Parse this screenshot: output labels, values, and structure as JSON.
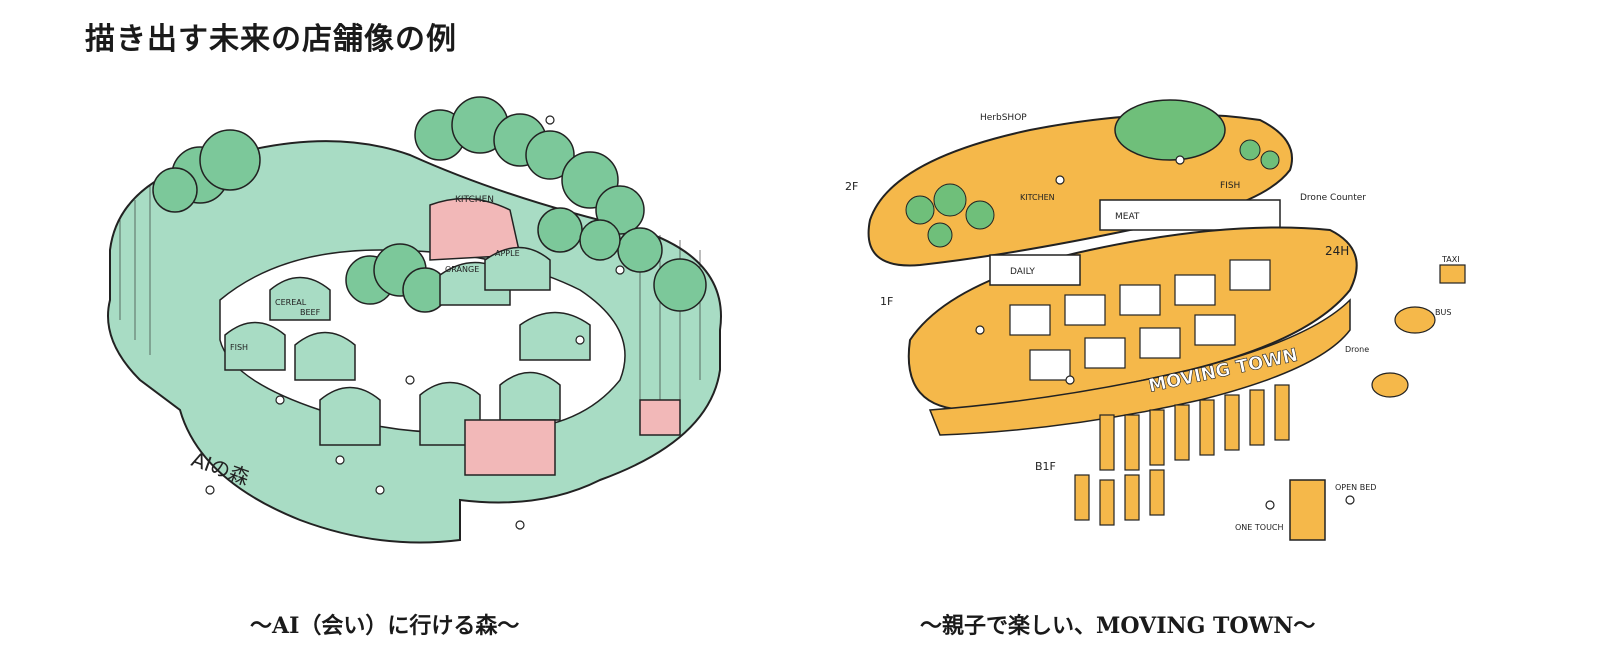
{
  "page": {
    "title": "描き出す未来の店舗像の例"
  },
  "left_illustration": {
    "caption": "〜AI（会い）に行ける森〜",
    "labels": {
      "kitchen": "KITCHEN",
      "apple": "APPLE",
      "orange": "ORANGE",
      "beef": "BEEF",
      "fish": "FISH",
      "cereal": "CEREAL",
      "ai_text": "AIの森"
    },
    "colors": {
      "mint": "#a8dcc4",
      "tree": "#7cc89a",
      "pink": "#f2b8b8",
      "line": "#222222"
    }
  },
  "right_illustration": {
    "caption": "〜親子で楽しい、MOVING TOWN〜",
    "labels": {
      "floor_2f": "2F",
      "floor_1f": "1F",
      "floor_b1f": "B1F",
      "kitchen": "KITCHEN",
      "meat": "MEAT",
      "fish": "FISH",
      "daily": "DAILY",
      "drone_counter": "Drone Counter",
      "hours_24h": "24H",
      "moving_town": "MOVING TOWN",
      "bus": "BUS",
      "taxi": "TAXI",
      "drone": "Drone",
      "open_bed": "OPEN BED",
      "one_touch": "ONE TOUCH",
      "herb_shop": "HerbSHOP"
    },
    "colors": {
      "orange": "#f5b84a",
      "green": "#6fbf7a",
      "line": "#222222"
    }
  }
}
